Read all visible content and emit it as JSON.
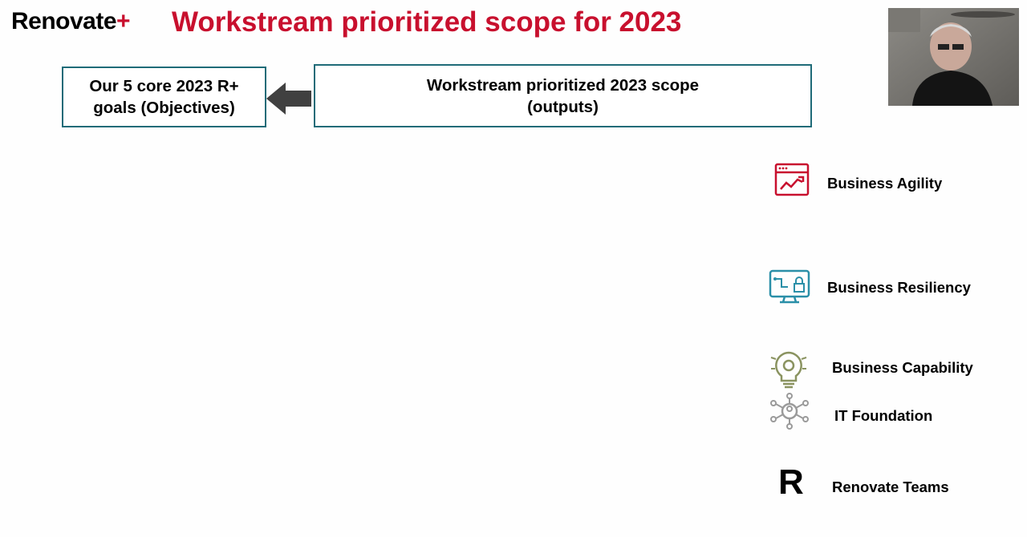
{
  "header": {
    "logo_text": "Renovate",
    "logo_plus": "+",
    "title": "Workstream prioritized scope for 2023"
  },
  "diagram": {
    "left_box_line1": "Our 5 core 2023 R+",
    "left_box_line2": "goals (Objectives)",
    "right_box_line1": "Workstream prioritized 2023 scope",
    "right_box_line2": "(outputs)"
  },
  "legend": [
    {
      "label": "Business Agility",
      "icon": "chart-window-icon",
      "color": "#c8102e"
    },
    {
      "label": "Business Resiliency",
      "icon": "monitor-lock-icon",
      "color": "#2a8fa8"
    },
    {
      "label": "Business Capability",
      "icon": "lightbulb-gear-icon",
      "color": "#8a9360"
    },
    {
      "label": "IT Foundation",
      "icon": "network-hub-icon",
      "color": "#9a9a9a"
    },
    {
      "label": "Renovate Teams",
      "icon": "r-letter-icon",
      "color": "#000000"
    }
  ],
  "legend_r_glyph": "R",
  "colors": {
    "accent_red": "#c8102e",
    "box_border": "#1f6b78",
    "arrow": "#404040"
  }
}
